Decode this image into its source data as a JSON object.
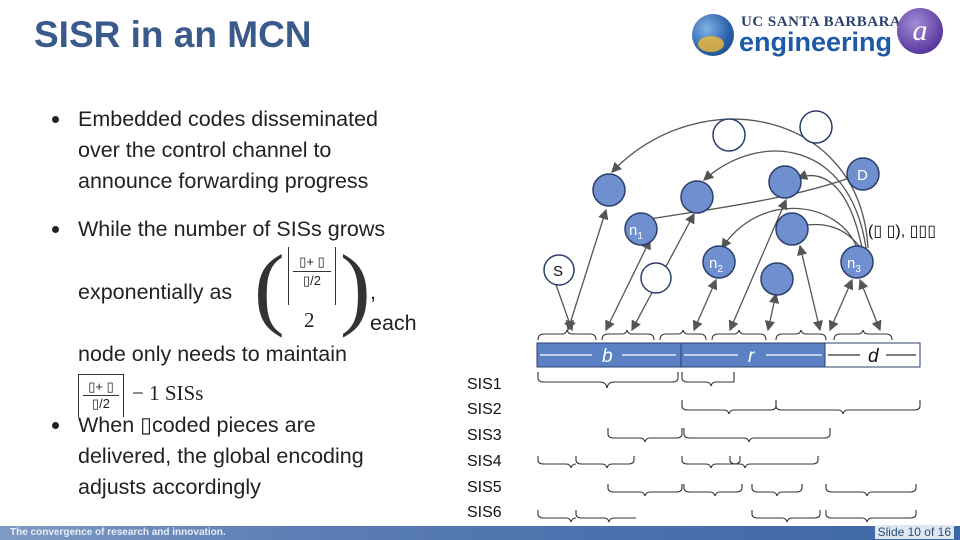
{
  "slide": {
    "title": "SISR in an MCN",
    "logo_top": "UC SANTA BARBARA",
    "logo_bottom": "engineering",
    "footer": "The convergence of research and innovation.",
    "slide_number": "Slide 10 of 16"
  },
  "bullets": {
    "b1": [
      "Embedded codes disseminated",
      "over the control channel to",
      "announce forwarding progress"
    ],
    "b2_line1": "While the number of SISs grows",
    "b2_line2_pre": "exponentially as",
    "b2_line2_post": ", each",
    "b2_frac_num": "▯+ ▯",
    "b2_frac_den": "▯/2",
    "b2_binom_bottom": "2",
    "b2_line3": "node only needs to maintain",
    "b2_line4_post": "− 1 SISs",
    "b3": [
      "When ▯coded pieces are",
      "delivered, the global encoding",
      "adjusts accordingly"
    ]
  },
  "diagram": {
    "node_labels": {
      "n1": "n",
      "n1_sub": "1",
      "n2": "n",
      "n2_sub": "2",
      "n3": "n",
      "n3_sub": "3",
      "S": "S",
      "D": "D"
    },
    "tuple_label": "(▯ ▯), ▯▯▯",
    "segments": [
      "b",
      "r",
      "d"
    ],
    "sis_labels": [
      "SIS1",
      "SIS2",
      "SIS3",
      "SIS4",
      "SIS5",
      "SIS6"
    ]
  },
  "colors": {
    "title": "#3a5a8c",
    "node_fill": "#6f8fcf",
    "node_stroke": "#2b3f6b",
    "segment_fill": "#5b80c4",
    "arrow": "#555555"
  }
}
